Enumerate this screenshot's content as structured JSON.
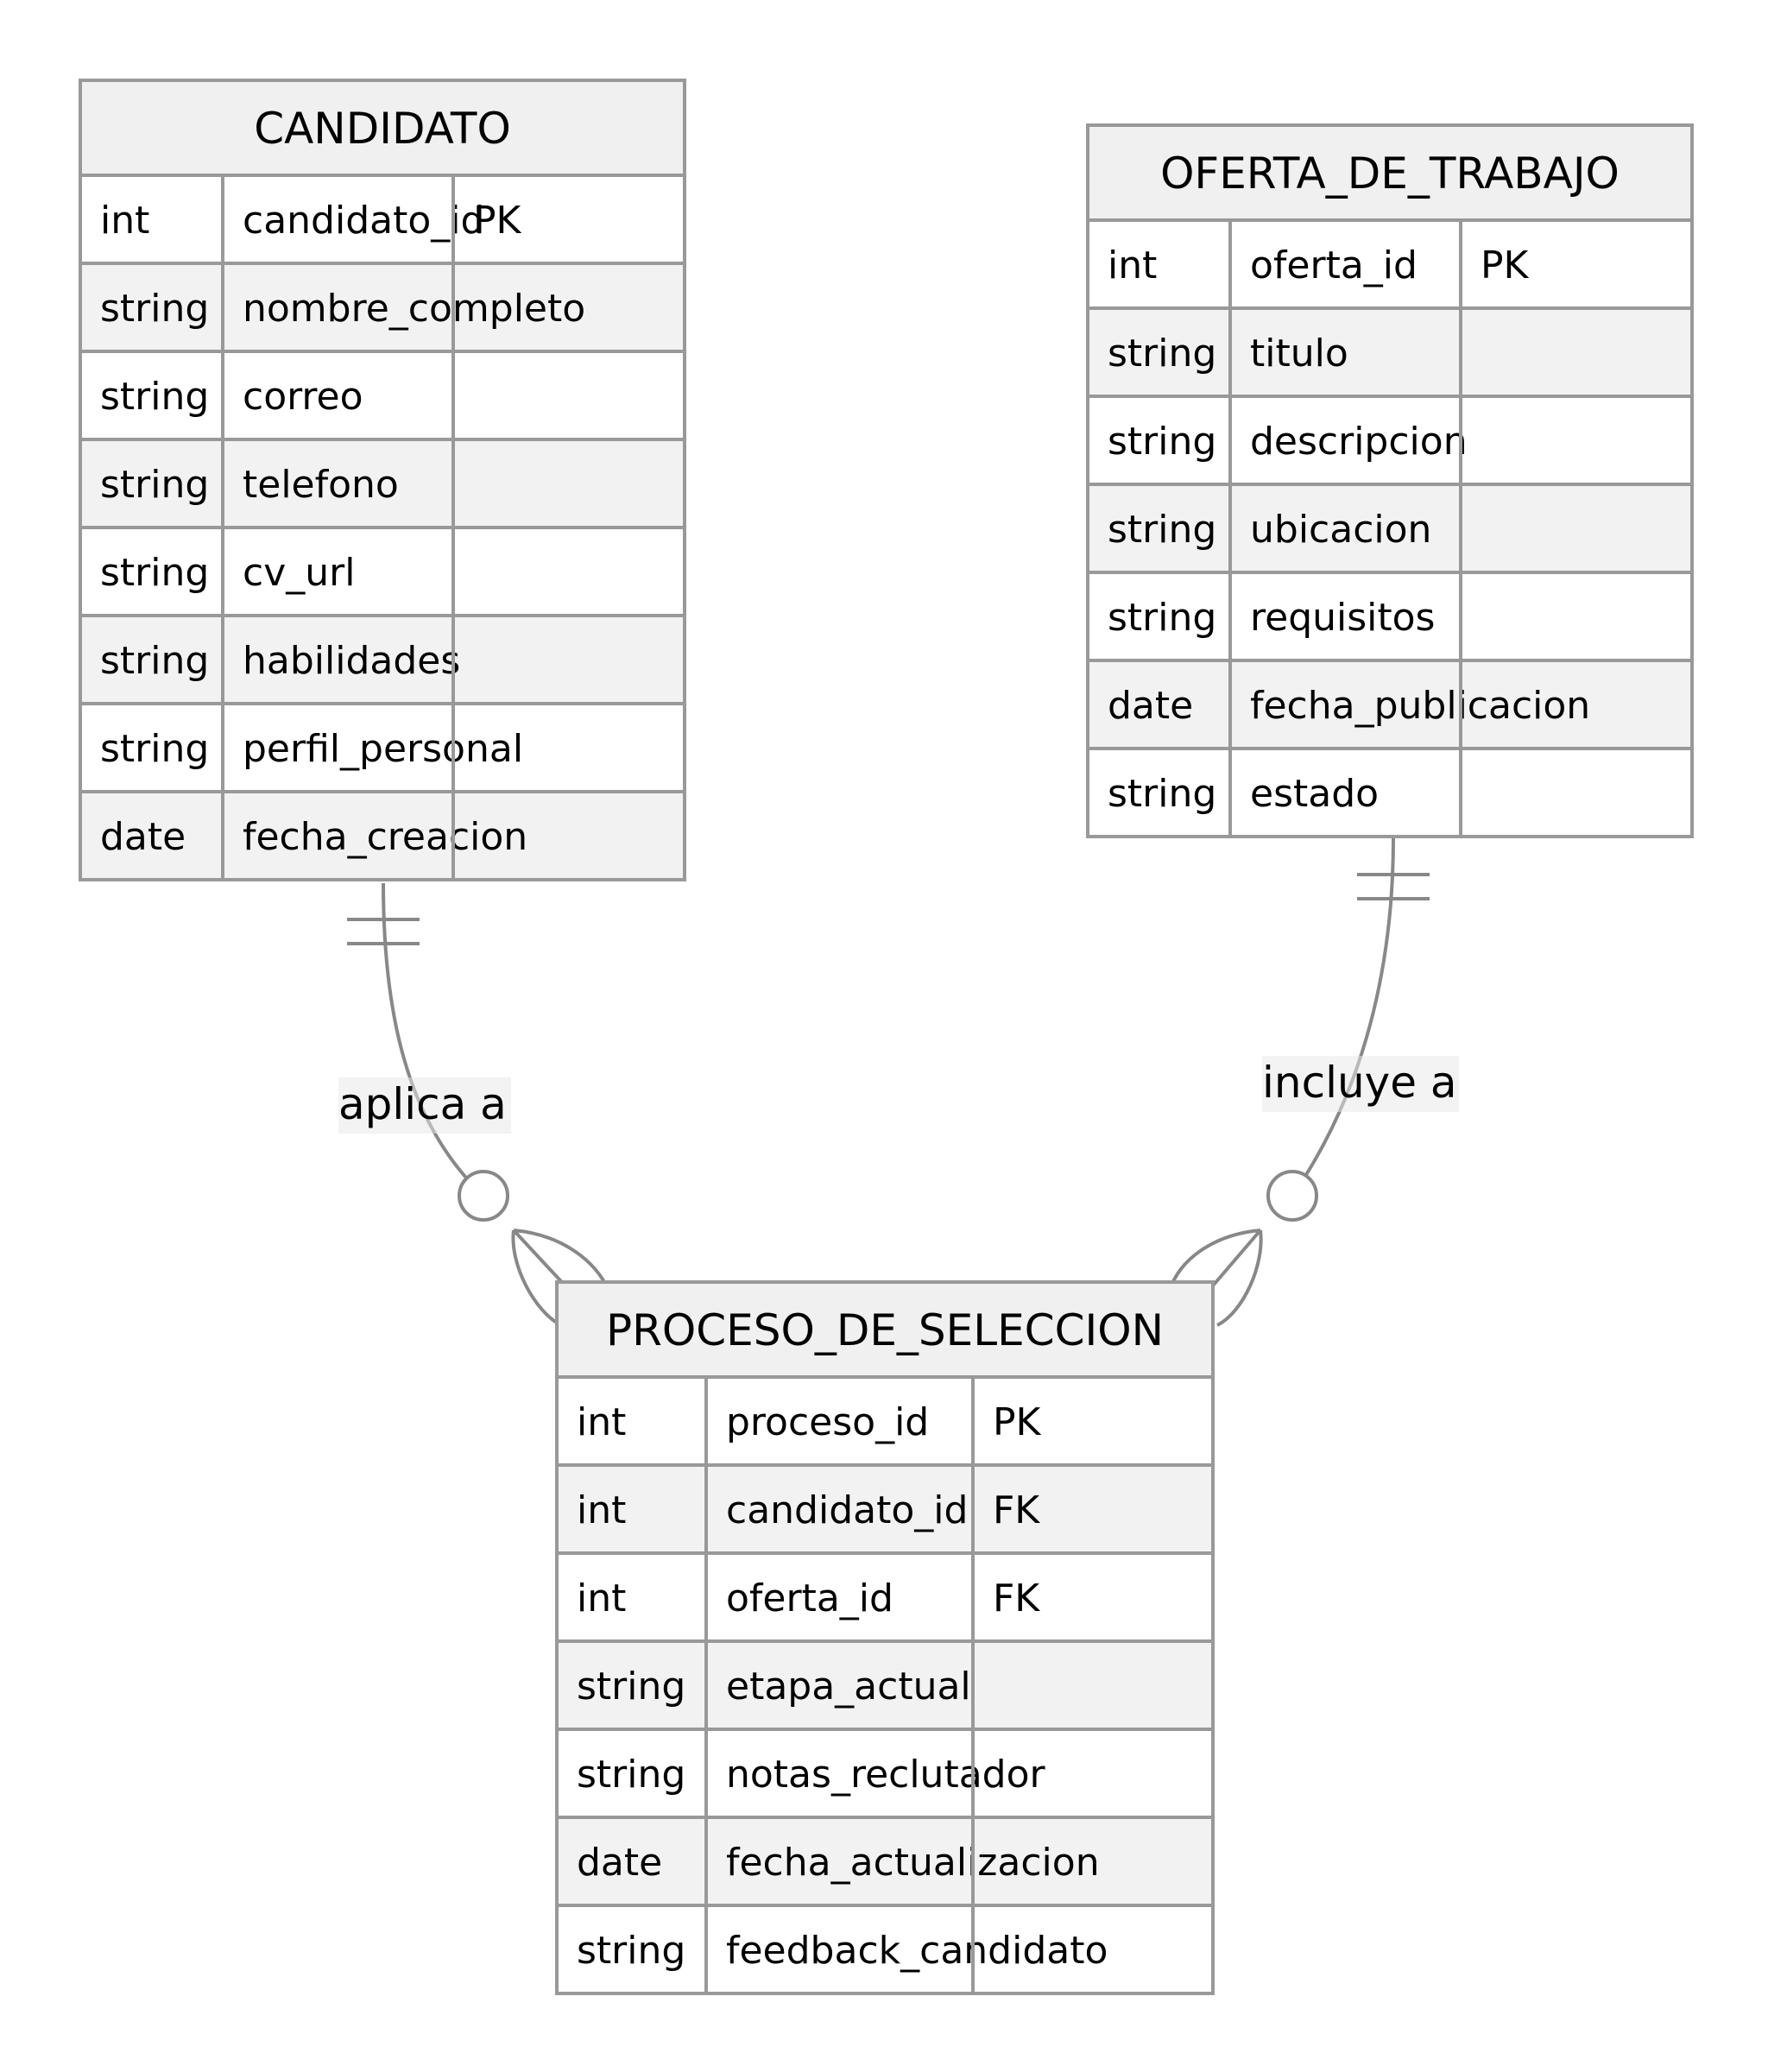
{
  "entities": [
    {
      "id": "candidato",
      "name": "CANDIDATO",
      "attributes": [
        {
          "type": "int",
          "name": "candidato_id",
          "key": "PK"
        },
        {
          "type": "string",
          "name": "nombre_completo",
          "key": ""
        },
        {
          "type": "string",
          "name": "correo",
          "key": ""
        },
        {
          "type": "string",
          "name": "telefono",
          "key": ""
        },
        {
          "type": "string",
          "name": "cv_url",
          "key": ""
        },
        {
          "type": "string",
          "name": "habilidades",
          "key": ""
        },
        {
          "type": "string",
          "name": "perfil_personal",
          "key": ""
        },
        {
          "type": "date",
          "name": "fecha_creacion",
          "key": ""
        }
      ]
    },
    {
      "id": "oferta",
      "name": "OFERTA_DE_TRABAJO",
      "attributes": [
        {
          "type": "int",
          "name": "oferta_id",
          "key": "PK"
        },
        {
          "type": "string",
          "name": "titulo",
          "key": ""
        },
        {
          "type": "string",
          "name": "descripcion",
          "key": ""
        },
        {
          "type": "string",
          "name": "ubicacion",
          "key": ""
        },
        {
          "type": "string",
          "name": "requisitos",
          "key": ""
        },
        {
          "type": "date",
          "name": "fecha_publicacion",
          "key": ""
        },
        {
          "type": "string",
          "name": "estado",
          "key": ""
        }
      ]
    },
    {
      "id": "proceso",
      "name": "PROCESO_DE_SELECCION",
      "attributes": [
        {
          "type": "int",
          "name": "proceso_id",
          "key": "PK"
        },
        {
          "type": "int",
          "name": "candidato_id",
          "key": "FK"
        },
        {
          "type": "int",
          "name": "oferta_id",
          "key": "FK"
        },
        {
          "type": "string",
          "name": "etapa_actual",
          "key": ""
        },
        {
          "type": "string",
          "name": "notas_reclutador",
          "key": ""
        },
        {
          "type": "date",
          "name": "fecha_actualizacion",
          "key": ""
        },
        {
          "type": "string",
          "name": "feedback_candidato",
          "key": ""
        }
      ]
    }
  ],
  "relationships": [
    {
      "from": "candidato",
      "to": "proceso",
      "label": "aplica a",
      "from_cardinality": "exactly-one",
      "to_cardinality": "zero-or-many"
    },
    {
      "from": "oferta",
      "to": "proceso",
      "label": "incluye a",
      "from_cardinality": "exactly-one",
      "to_cardinality": "zero-or-many"
    }
  ]
}
